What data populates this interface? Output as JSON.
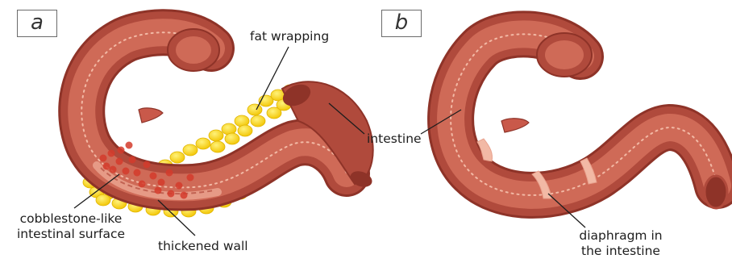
{
  "panel_a": {
    "tag": "a",
    "labels": {
      "fat_wrapping": "fat wrapping",
      "intestine": "intestine",
      "cobblestone_line1": "cobblestone-like",
      "cobblestone_line2": "intestinal surface",
      "thickened_wall": "thickened wall"
    }
  },
  "panel_b": {
    "tag": "b",
    "labels": {
      "diaphragm_line1": "diaphragm in",
      "diaphragm_line2": "the intestine"
    }
  },
  "colors": {
    "outer_wall": "#b04a3c",
    "wall_dark": "#8e3328",
    "lumen": "#cf6a57",
    "mucosa": "#f2b9a5",
    "fat": "#f5d626",
    "fat_edge": "#e0b400",
    "cobblestone": "#d43b2c",
    "leader_line": "#1d1d1d"
  }
}
